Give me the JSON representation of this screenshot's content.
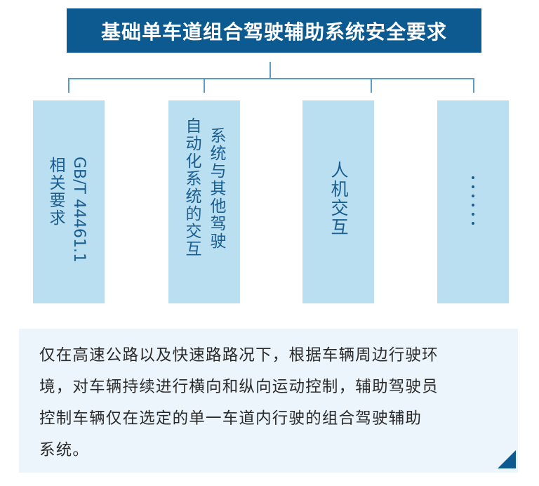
{
  "title": "基础单车道组合驾驶辅助系统安全要求",
  "colors": {
    "title_bg": "#0c5a8f",
    "title_text": "#ffffff",
    "connector": "#5b9cc4",
    "column_bg": "#b9dff1",
    "column_text": "#1a5d8e",
    "panel_bg": "#ecf5fc",
    "panel_text": "#2a2a2a",
    "corner_accent": "#0c5a8f"
  },
  "columns": [
    {
      "line1": "GB/T 44461.1",
      "line2": "相关要求"
    },
    {
      "line1": "系统与其他驾驶",
      "line2": "自动化系统的交互"
    },
    {
      "line1": "人机交互"
    },
    {
      "line1": "......",
      "is_ellipsis": true
    }
  ],
  "description": {
    "lines": [
      "仅在高速公路以及快速路路况下，根据车辆周边行驶环",
      "境，对车辆持续进行横向和纵向运动控制，辅助驾驶员",
      "控制车辆仅在选定的单一车道内行驶的组合驾驶辅助",
      "系统。"
    ]
  }
}
